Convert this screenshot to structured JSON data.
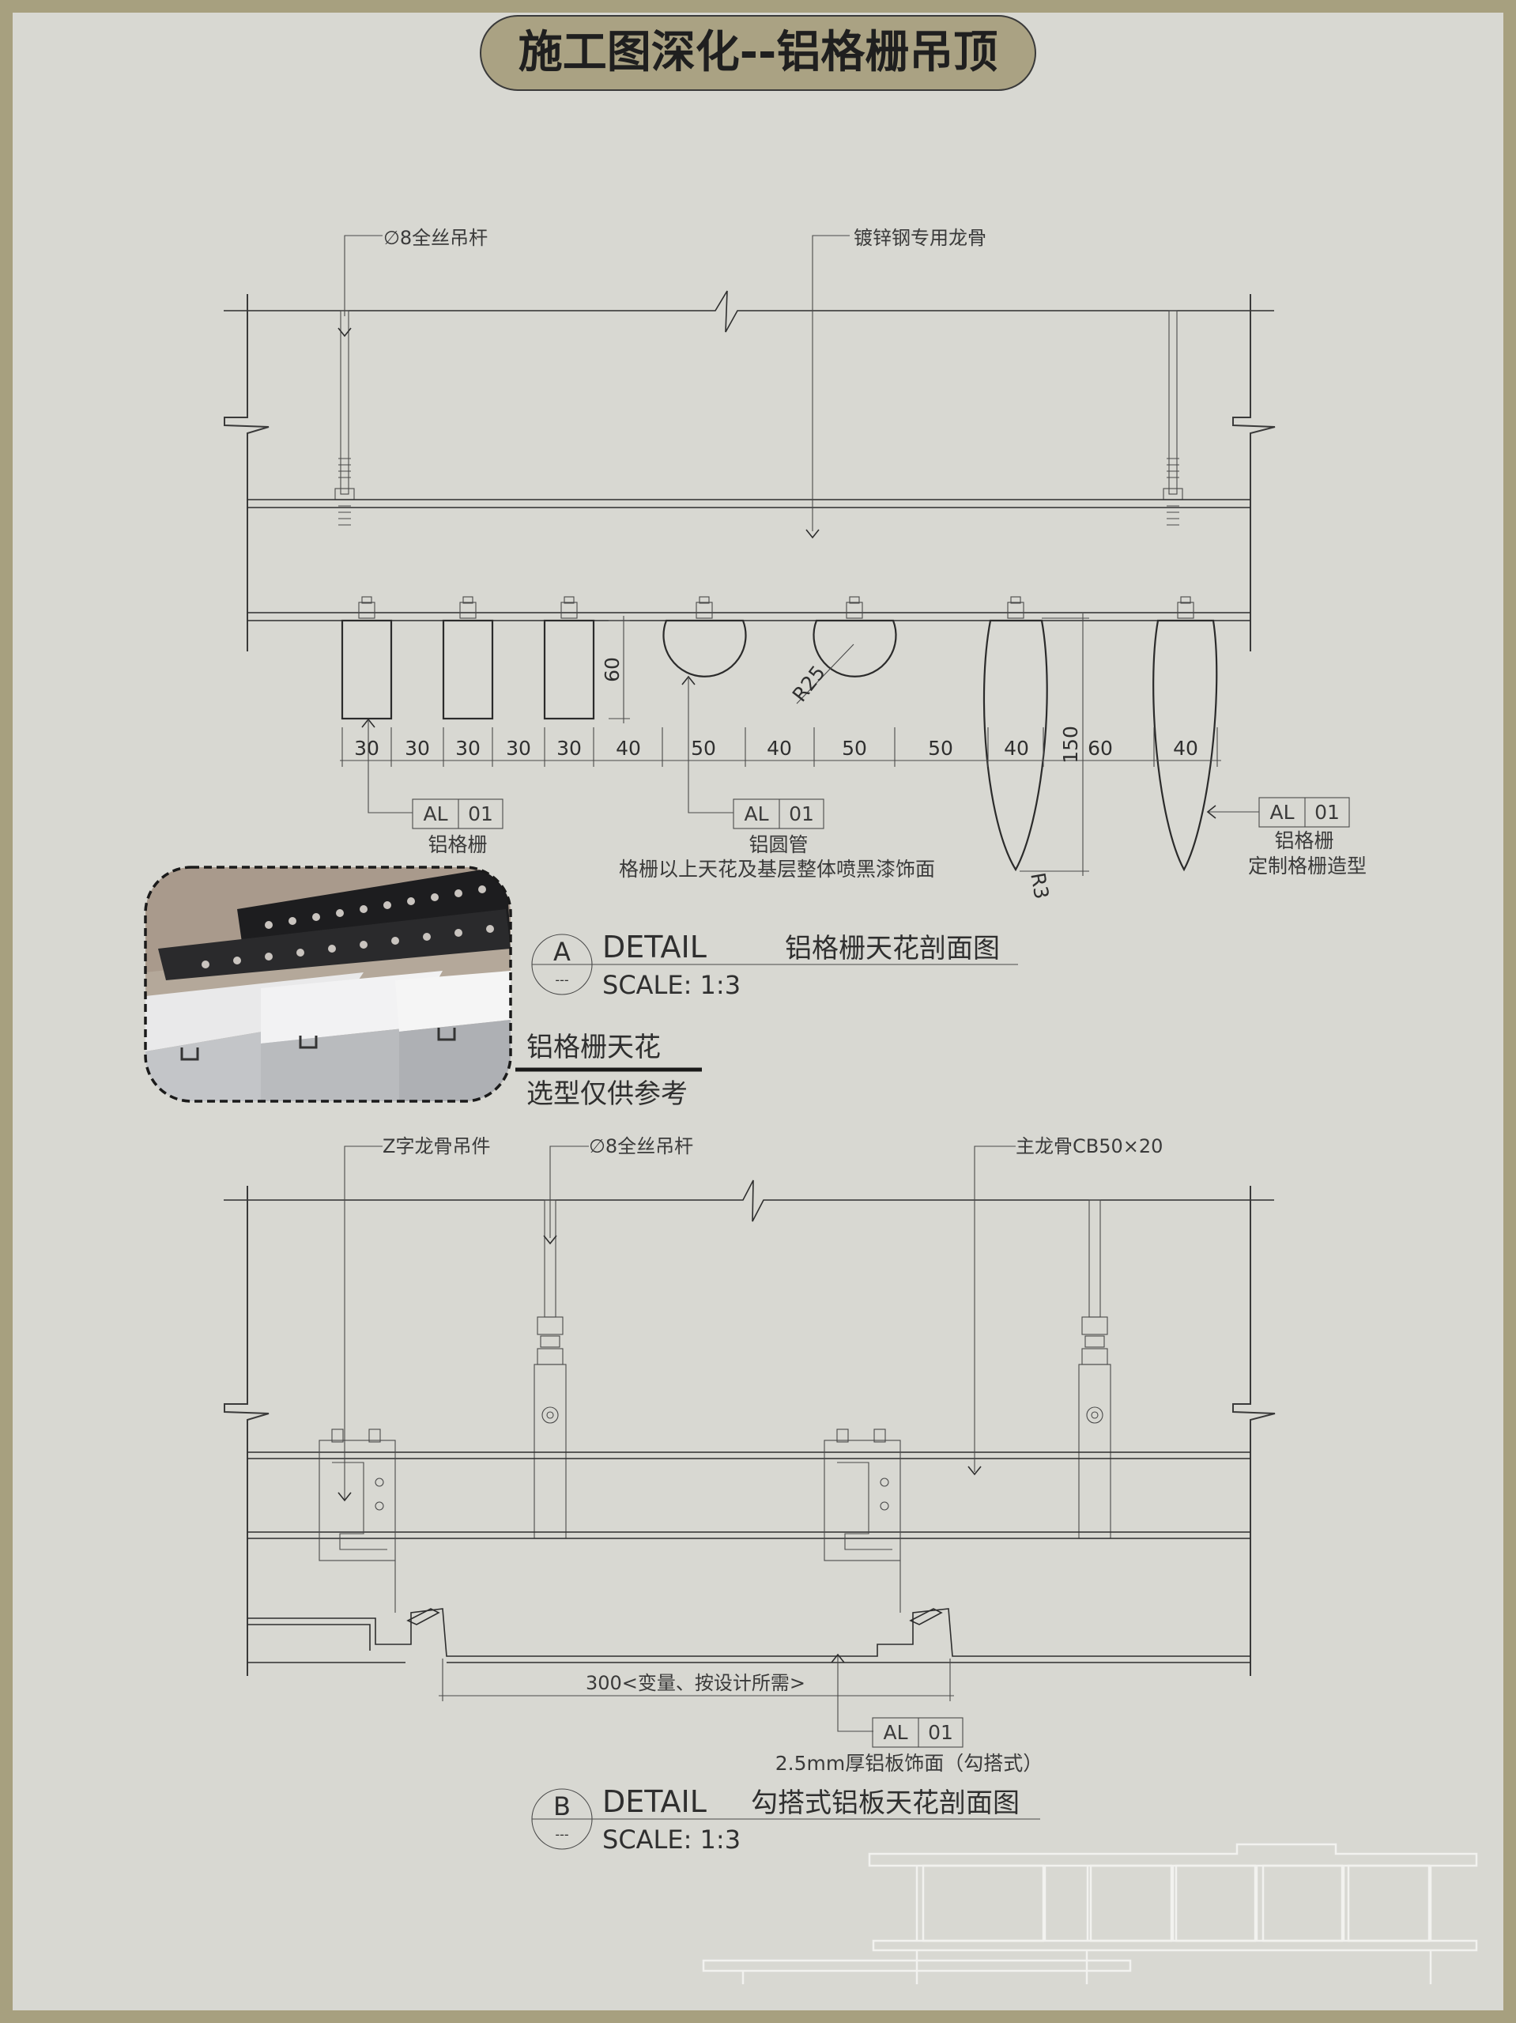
{
  "title": "施工图深化--铝格栅吊顶",
  "detail_a": {
    "callout_top_left": "∅8全丝吊杆",
    "callout_top_right": "镀锌钢专用龙骨",
    "dim_height": "60",
    "dim_height_right": "150",
    "radius_label": "R25",
    "radius_tip": "R3",
    "dims_bottom": [
      "30",
      "30",
      "30",
      "30",
      "30",
      "40",
      "50",
      "40",
      "50",
      "50",
      "40",
      "60",
      "40"
    ],
    "tag1": {
      "code": "AL",
      "num": "01",
      "name": "铝格栅"
    },
    "tag2": {
      "code": "AL",
      "num": "01",
      "name": "铝圆管",
      "note": "格栅以上天花及基层整体喷黑漆饰面"
    },
    "tag3": {
      "code": "AL",
      "num": "01",
      "name": "铝格栅",
      "note": "定制格栅造型"
    },
    "symbol_letter": "A",
    "symbol_sub": "---",
    "detail_word": "DETAIL",
    "detail_name": "铝格栅天花剖面图",
    "scale": "SCALE: 1:3",
    "photo_caption_1": "铝格栅天花",
    "photo_caption_2": "选型仅供参考"
  },
  "detail_b": {
    "callout_left": "Z字龙骨吊件",
    "callout_mid": "∅8全丝吊杆",
    "callout_right": "主龙骨CB50×20",
    "dim_span": "300<变量、按设计所需>",
    "tag": {
      "code": "AL",
      "num": "01",
      "name": "2.5mm厚铝板饰面（勾搭式）"
    },
    "symbol_letter": "B",
    "symbol_sub": "---",
    "detail_word": "DETAIL",
    "detail_name": "勾搭式铝板天花剖面图",
    "scale": "SCALE: 1:3"
  },
  "colors": {
    "frame": "#a7a07f",
    "paper": "#d8d8d2",
    "title_pill": "#aaa283"
  }
}
